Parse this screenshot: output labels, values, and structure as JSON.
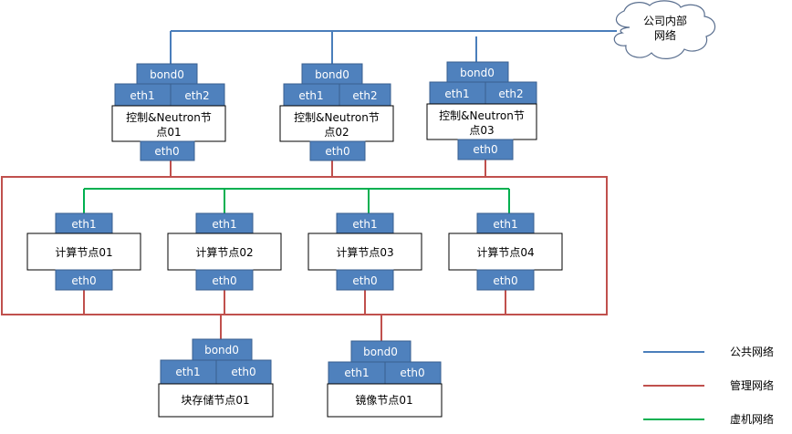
{
  "cloud": {
    "line1": "公司内部",
    "line2": "网络"
  },
  "colors": {
    "public": "#4a7ebb",
    "mgmt": "#c0504d",
    "vm": "#00b050",
    "port": "#4f81bd",
    "port_border": "#3a5f8f",
    "node_border": "#000000"
  },
  "control_nodes": [
    {
      "bond": "bond0",
      "eth1": "eth1",
      "eth2": "eth2",
      "line1": "控制&Neutron节",
      "line2": "点01",
      "eth0": "eth0"
    },
    {
      "bond": "bond0",
      "eth1": "eth1",
      "eth2": "eth2",
      "line1": "控制&Neutron节",
      "line2": "点02",
      "eth0": "eth0"
    },
    {
      "bond": "bond0",
      "eth1": "eth1",
      "eth2": "eth2",
      "line1": "控制&Neutron节",
      "line2": "点03",
      "eth0": "eth0"
    }
  ],
  "compute_nodes": [
    {
      "eth1": "eth1",
      "label": "计算节点01",
      "eth0": "eth0"
    },
    {
      "eth1": "eth1",
      "label": "计算节点02",
      "eth0": "eth0"
    },
    {
      "eth1": "eth1",
      "label": "计算节点03",
      "eth0": "eth0"
    },
    {
      "eth1": "eth1",
      "label": "计算节点04",
      "eth0": "eth0"
    }
  ],
  "storage_nodes": [
    {
      "bond": "bond0",
      "eth1": "eth1",
      "eth2": "eth0",
      "label": "块存储节点01"
    },
    {
      "bond": "bond0",
      "eth1": "eth1",
      "eth2": "eth0",
      "label": "镜像节点01"
    }
  ],
  "legend": [
    {
      "label": "公共网络",
      "color": "#4a7ebb"
    },
    {
      "label": "管理网络",
      "color": "#c0504d"
    },
    {
      "label": "虚机网络",
      "color": "#00b050"
    }
  ]
}
